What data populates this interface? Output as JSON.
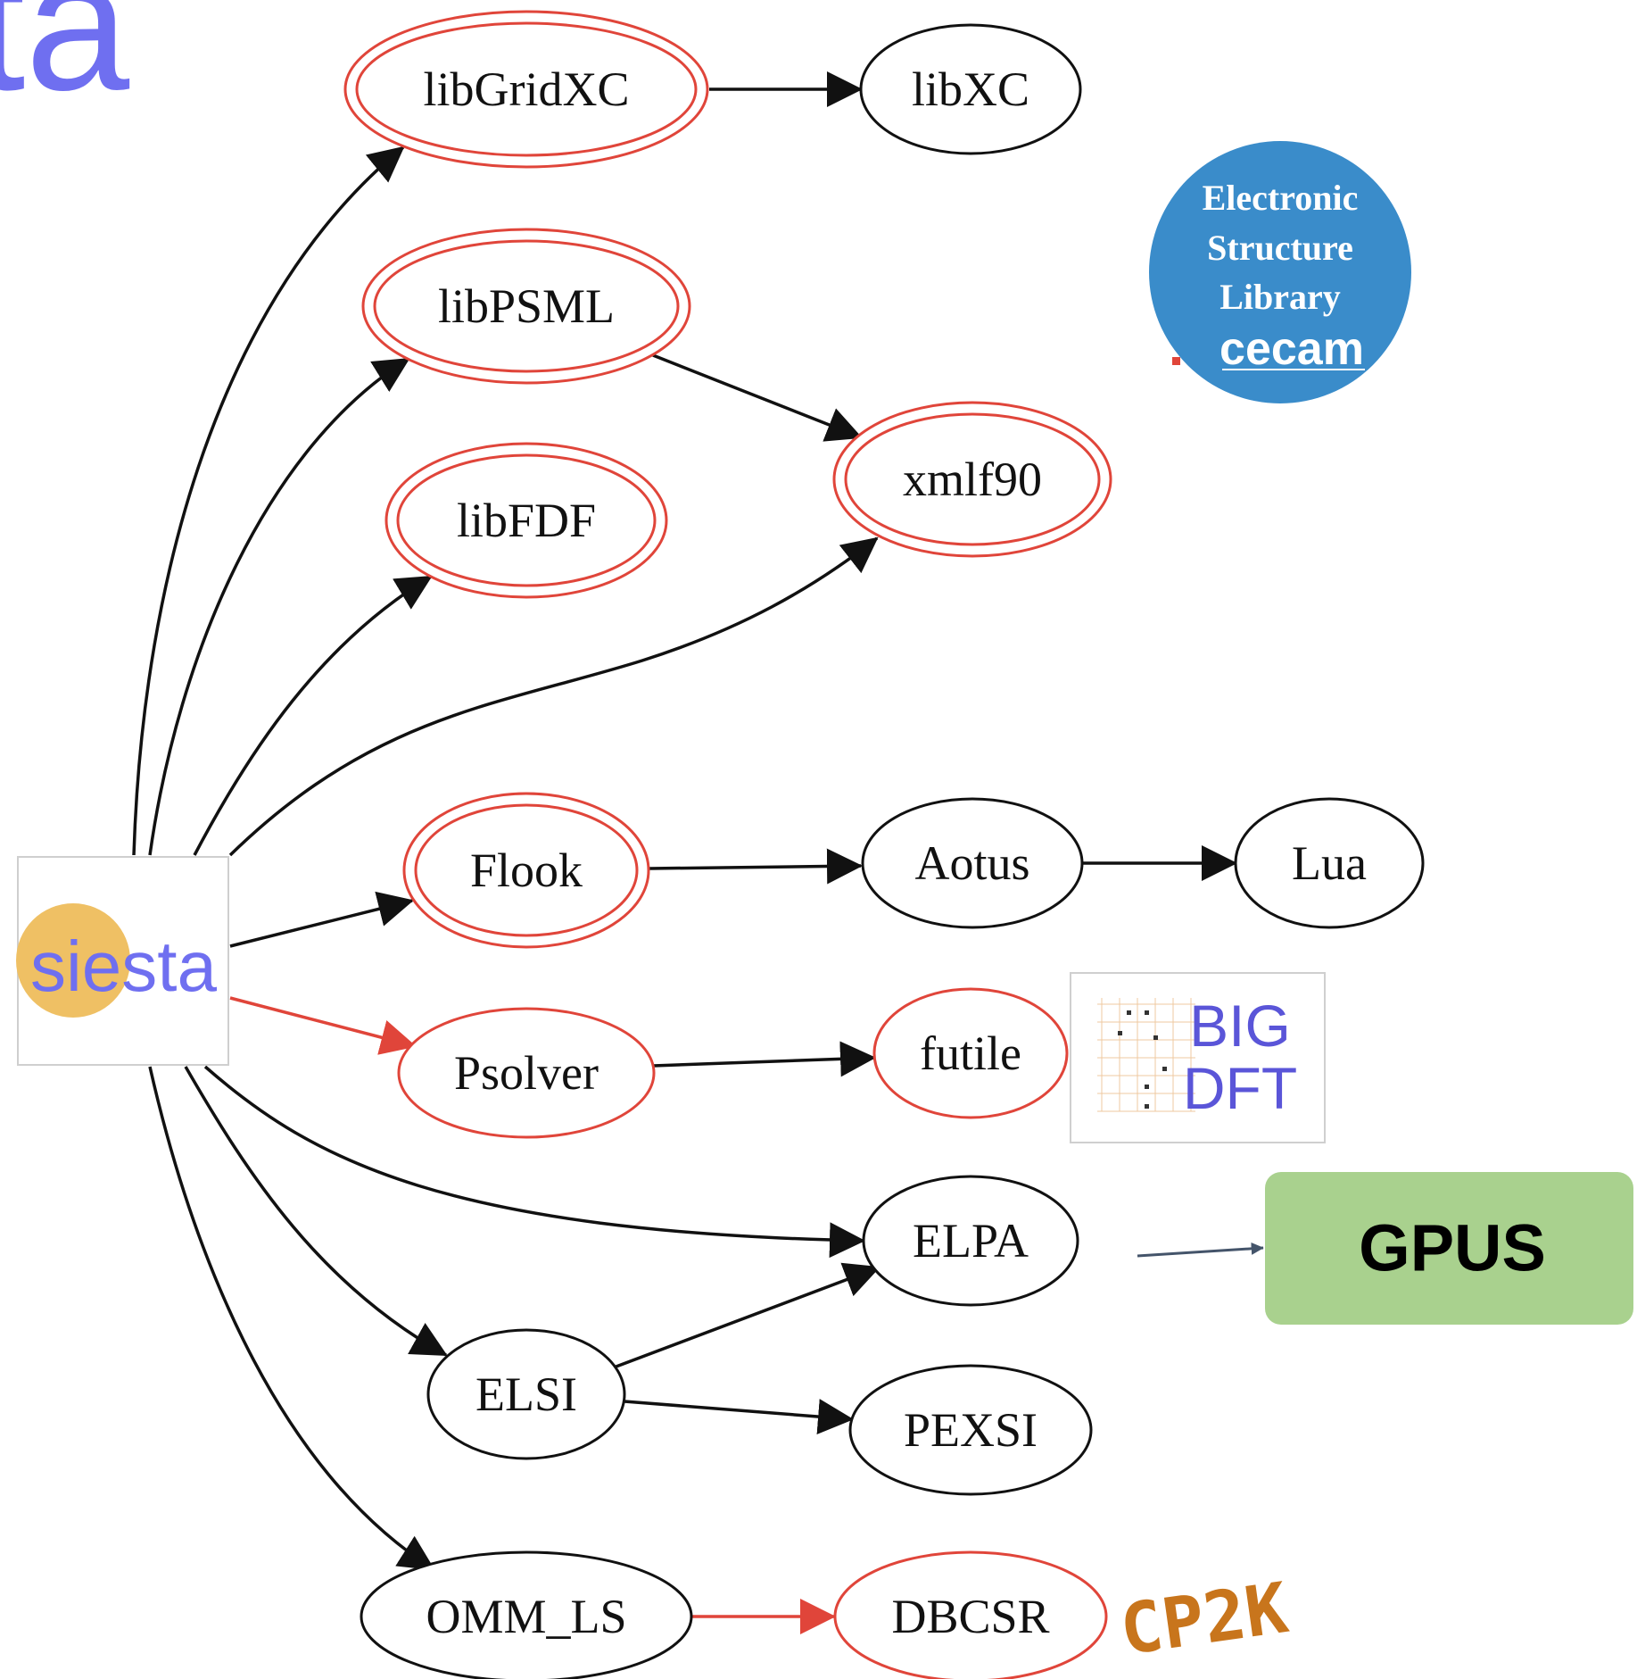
{
  "corner_title": "ta",
  "siesta_logo": {
    "text_a": "sie",
    "text_b": "sta"
  },
  "nodes": {
    "libgridxc": "libGridXC",
    "libxc": "libXC",
    "libpsml": "libPSML",
    "libfdf": "libFDF",
    "xmlf90": "xmlf90",
    "flook": "Flook",
    "aotus": "Aotus",
    "lua": "Lua",
    "psolver": "Psolver",
    "futile": "futile",
    "elpa": "ELPA",
    "elsi": "ELSI",
    "pexsi": "PEXSI",
    "omm_ls": "OMM_LS",
    "dbcsr": "DBCSR"
  },
  "esl_badge": {
    "line1": "Electronic",
    "line2": "Structure",
    "line3": "Library",
    "brand": "cecam"
  },
  "bigdft_logo": {
    "line1": "BIG",
    "line2": "DFT"
  },
  "cp2k_logo": "CP2K",
  "gpus_box": {
    "label": "GPUS"
  },
  "colors": {
    "esl_node": "#e0453a",
    "regular_node": "#111111",
    "gpus_fill": "#a9d18e",
    "badge_blue": "#3a8cca",
    "siesta_blue": "#6f6ff0",
    "siesta_circle": "#efc064"
  }
}
